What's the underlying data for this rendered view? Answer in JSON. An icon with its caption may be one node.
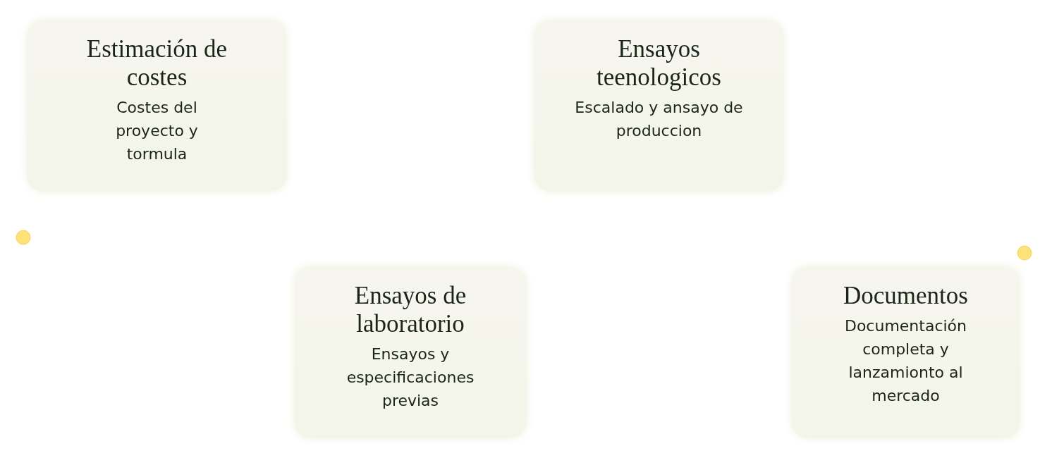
{
  "diagram": {
    "nodes": [
      {
        "text": [
          "Estimación de costes",
          "Costes del proyecto y tormula"
        ]
      },
      {
        "text": [
          "Ensayos teenologicos",
          "Escalado y ansayo de produccion"
        ]
      },
      {
        "text": [
          "Ensayos de laboratorio",
          "Ensayos y especificaciones previas"
        ]
      },
      {
        "text": [
          "Documentos",
          "Documentación completa y lanzamionto al mercado"
        ]
      }
    ]
  }
}
